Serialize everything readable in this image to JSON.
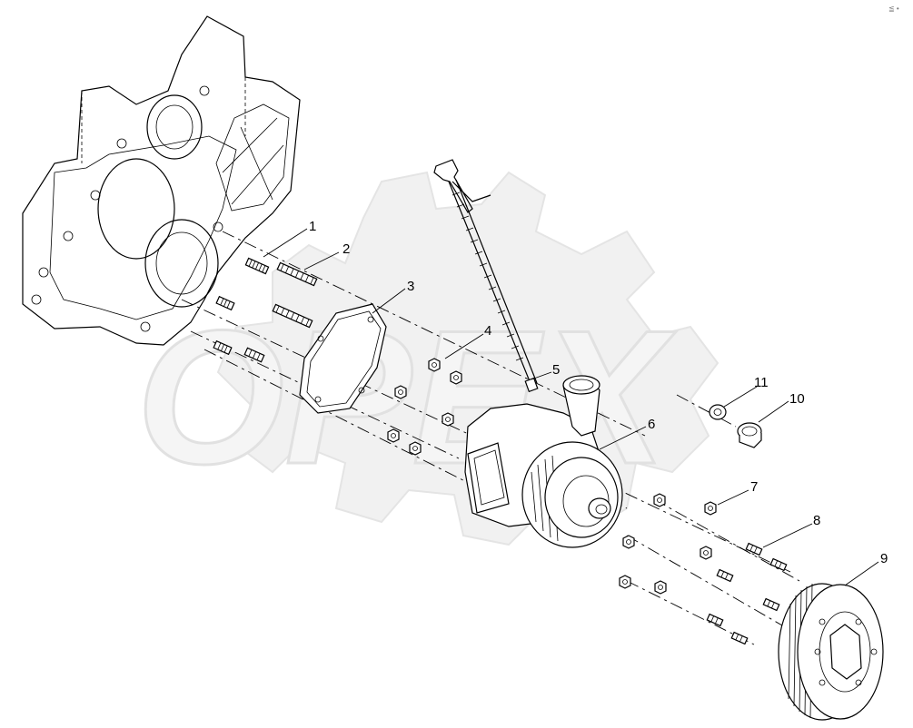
{
  "watermark": {
    "text": "OPEX",
    "color": "#d4d4d4"
  },
  "corner_mark": "≦ •",
  "callouts": [
    "1",
    "2",
    "3",
    "4",
    "5",
    "6",
    "7",
    "8",
    "9",
    "10",
    "11"
  ],
  "colors": {
    "line": "#000000",
    "background": "#ffffff"
  }
}
